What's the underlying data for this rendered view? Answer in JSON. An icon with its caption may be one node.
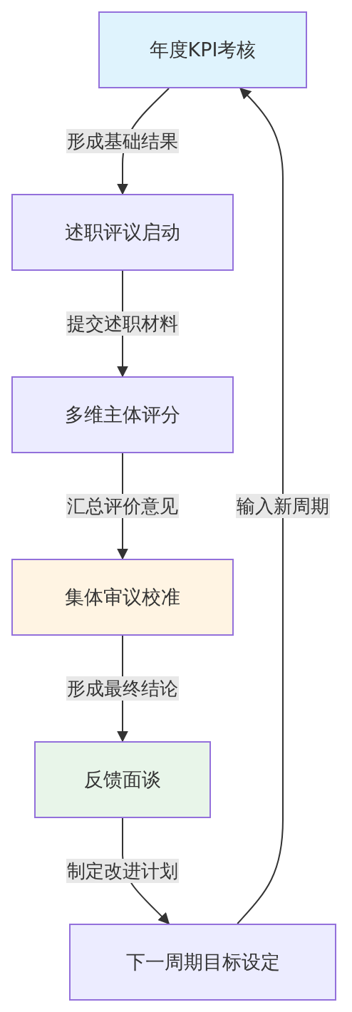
{
  "diagram": {
    "nodes": [
      {
        "text": [
          "年度KPI考核"
        ]
      },
      {
        "text": [
          "述职评议启动"
        ]
      },
      {
        "text": [
          "多维主体评分"
        ]
      },
      {
        "text": [
          "集体审议校准"
        ]
      },
      {
        "text": [
          "反馈面谈"
        ]
      },
      {
        "text": [
          "下一周期目标设定"
        ]
      }
    ],
    "edges": [
      {
        "from": 0,
        "to": 1,
        "arrow": "to",
        "label": "形成基础结果"
      },
      {
        "from": 1,
        "to": 2,
        "arrow": "to",
        "label": "提交述职材料"
      },
      {
        "from": 2,
        "to": 3,
        "arrow": "to",
        "label": "汇总评价意见"
      },
      {
        "from": 3,
        "to": 4,
        "arrow": "to",
        "label": "形成最终结论"
      },
      {
        "from": 4,
        "to": 5,
        "arrow": "to",
        "label": "制定改进计划"
      },
      {
        "from": 5,
        "to": 0,
        "arrow": "to",
        "label": "输入新周期"
      }
    ]
  }
}
